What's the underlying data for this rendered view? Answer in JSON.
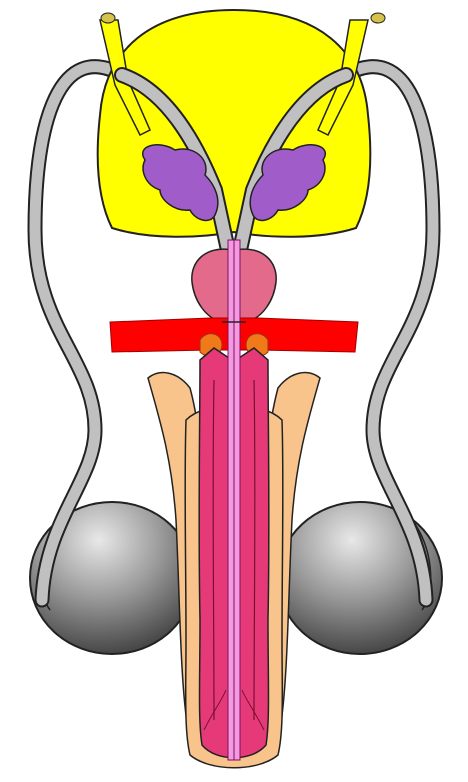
{
  "diagram": {
    "colors": {
      "bladder": "#ffff00",
      "duct": "#c0c0c0",
      "vesicle": "#a05cc8",
      "prostate": "#e46a8c",
      "urethra": "#f59ae0",
      "muscle": "#ff0000",
      "gland": "#f07a1a",
      "outer_tissue": "#f8c48c",
      "inner_tissue": "#e63a78",
      "testis_light": "#e0e0e0",
      "testis_dark": "#3a3a3a",
      "outline": "#222222"
    },
    "parts": [
      "bladder",
      "ureter-left",
      "ureter-right",
      "vas-deferens-left",
      "vas-deferens-right",
      "seminal-vesicle-left",
      "seminal-vesicle-right",
      "prostate",
      "urethra",
      "pelvic-floor-muscle",
      "bulbourethral-gland-left",
      "bulbourethral-gland-right",
      "corpus-cavernosum-left",
      "corpus-cavernosum-right",
      "corpus-spongiosum",
      "testis-left",
      "testis-right"
    ]
  }
}
